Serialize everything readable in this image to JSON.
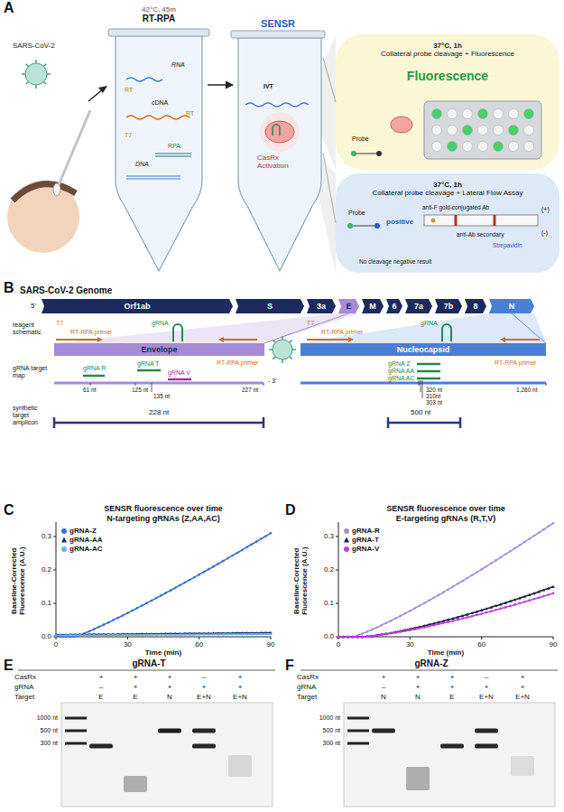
{
  "diagram": {
    "nodes": [
      {
        "text": [
          "42°C, 45m",
          "RT-RPA"
        ]
      },
      {
        "text": [
          "SENSR"
        ]
      },
      {
        "text": [
          "37°C, 1h",
          "Collateral probe cleavage + Fluorescence",
          "Fluorescence"
        ]
      },
      {
        "text": [
          "37°C, 1h",
          "Collateral probe cleavage + Lateral Flow Assay"
        ]
      },
      {
        "text": [
          "Orf1ab"
        ]
      },
      {
        "text": [
          "S"
        ]
      },
      {
        "text": [
          "3a"
        ]
      },
      {
        "text": [
          "E"
        ]
      },
      {
        "text": [
          "M"
        ]
      },
      {
        "text": [
          "6"
        ]
      },
      {
        "text": [
          "7a"
        ]
      },
      {
        "text": [
          "7b"
        ]
      },
      {
        "text": [
          "8"
        ]
      },
      {
        "text": [
          "N"
        ]
      },
      {
        "text": [
          "Envelope"
        ]
      },
      {
        "text": [
          "Nucleocapsid"
        ]
      }
    ],
    "edges": [
      {
        "from": 0,
        "to": 1,
        "arrow": "to"
      },
      {
        "from": 1,
        "to": 2,
        "arrow": "none"
      },
      {
        "from": 1,
        "to": 3,
        "arrow": "none"
      },
      {
        "from": 7,
        "to": 14,
        "arrow": "none"
      },
      {
        "from": 13,
        "to": 15,
        "arrow": "none"
      }
    ],
    "labels": [
      "A",
      "B",
      "C",
      "D",
      "E",
      "F",
      "SARS-CoV-2",
      "RNA",
      "RT",
      "cDNA",
      "RT",
      "T7",
      "RPA",
      "DNA",
      "IVT",
      "CasRx Activation",
      "Probe",
      "Probe",
      "anti-F gold-conjugated Ab",
      "(+)",
      "(-)",
      "positive",
      "anti-Ab secondary",
      "Strepavidin",
      "No cleavage negative result",
      "SARS-CoV-2 Genome",
      "5'",
      "reagent schematic",
      "gRNA target map",
      "synthetic target amplicon",
      "T7",
      "RT-RPA primer",
      "gRNA",
      "RT-RPA primer",
      "T7",
      "RT-RPA primer",
      "gRNA",
      "RT-RPA primer",
      "gRNA R",
      "gRNA T",
      "gRNA V",
      "- 3'",
      "61 nt",
      "125 nt",
      "135 nt",
      "227 nt",
      "gRNA Z",
      "gRNA AA",
      "gRNA AC",
      "320 nt",
      "310nt",
      "303 nt",
      "1,260 nt",
      "228 nt",
      "500 nt",
      "SENSR fluorescence over time",
      "N-targeting gRNAs (Z,AA,AC)",
      "Baseline-Corrected Fluorescence (A.U.)",
      "0.0",
      "0.1",
      "0.2",
      "0.3",
      "0",
      "30",
      "60",
      "90",
      "Time (min)",
      "SENSR fluorescence over time",
      "E-targeting gRNAs (R,T,V)",
      "Baseline-Corrected Fluorescence (A.U.)",
      "0.0",
      "0.1",
      "0.2",
      "0.3",
      "0",
      "30",
      "60",
      "90",
      "Time (min)",
      "gRNA-T",
      "CasRx",
      "gRNA",
      "Target",
      "+",
      "+",
      "+",
      "–",
      "+",
      "–",
      "+",
      "+",
      "+",
      "+",
      "E",
      "E",
      "N",
      "E+N",
      "E+N",
      "1000 nt",
      "500 nt",
      "300 nt",
      "gRNA-Z",
      "CasRx",
      "gRNA",
      "Target",
      "+",
      "+",
      "+",
      "–",
      "+",
      "–",
      "+",
      "+",
      "+",
      "+",
      "N",
      "N",
      "E",
      "E+N",
      "E+N",
      "1000 nt",
      "500 nt",
      "300 nt"
    ],
    "legend": [
      {
        "text": "gRNA-Z",
        "color": "#3b6fd4"
      },
      {
        "text": "gRNA-AA",
        "color": "#1c2b6b"
      },
      {
        "text": "gRNA-AC",
        "color": "#6fb3e8"
      },
      {
        "text": "gRNA-R",
        "color": "#a88ee0"
      },
      {
        "text": "gRNA-T",
        "color": "#1a1f4d"
      },
      {
        "text": "gRNA-V",
        "color": "#c040d8"
      }
    ]
  }
}
